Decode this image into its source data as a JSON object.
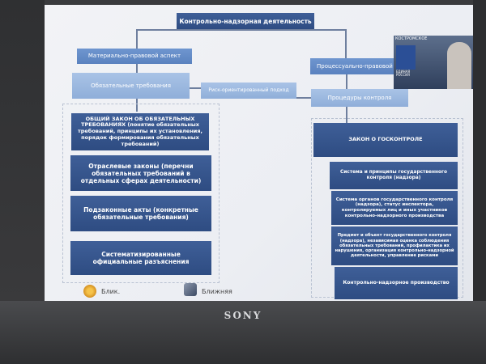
{
  "diagram": {
    "title": "Контрольно-надзорная деятельность",
    "material": "Материально-правовой аспект",
    "procedural": "Процессуально-правовой аспект",
    "mandatory": "Обязательные требования",
    "risk": "Риск-ориентированный подход",
    "procedures": "Процедуры контроля",
    "left_items": [
      "ОБЩИЙ ЗАКОН ОБ ОБЯЗАТЕЛЬНЫХ ТРЕБОВАНИЯХ (понятие обязательных требований, принципы их установления, порядок формирования обязательных требований)",
      "Отраслевые законы (перечни обязательных требований в отдельных сферах деятельности)",
      "Подзаконные акты (конкретные обязательные требования)",
      "Систематизированные официальные разъяснения"
    ],
    "right_header": "ЗАКОН О ГОСКОНТРОЛЕ",
    "right_items": [
      "Система и принципы государственного контроля (надзора)",
      "Система органов государственного контроля (надзора), статус инспектора, контролируемых лиц и иных участников контрольно-надзорного производства",
      "Предмет и объект государственного контроля (надзора), независимая оценка соблюдения обязательных требований, профилактика их нарушения, организация контрольно-надзорной деятельности, управление рисками",
      "Контрольно-надзорное производство"
    ]
  },
  "video_inset": {
    "label": "КОСТРОМСКОЕ",
    "logo_text": "ЕДИНАЯ РОССИЯ"
  },
  "toolbar": {
    "left_label": "Блик.",
    "right_label": "Ближняя"
  },
  "tv": {
    "brand": "SONY"
  },
  "colors": {
    "dark_box": "#2e4c82",
    "mid_box": "#5a82bf",
    "light_box": "#8faed9"
  }
}
